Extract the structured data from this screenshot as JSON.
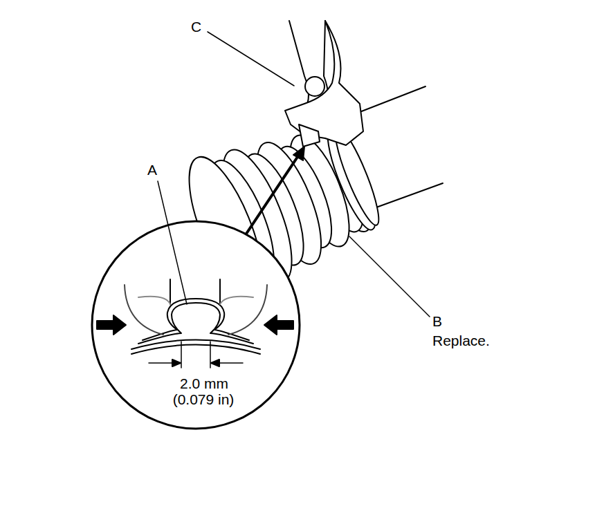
{
  "diagram": {
    "labels": [
      "C",
      "A",
      "B",
      "Replace.",
      "2.0 mm",
      "(0.079 in)"
    ]
  }
}
